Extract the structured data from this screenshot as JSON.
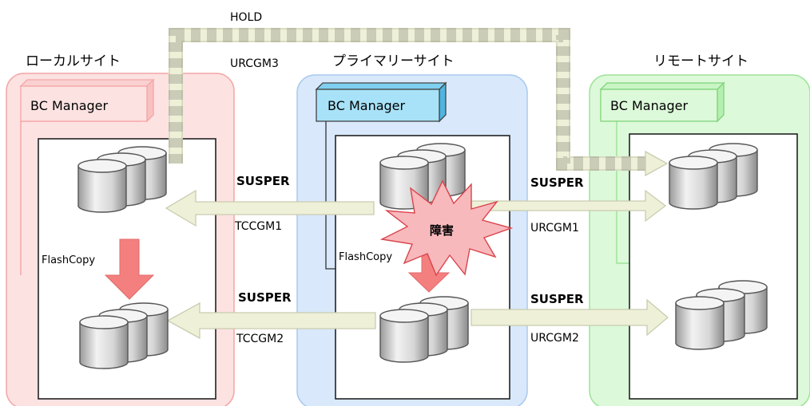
{
  "sites": {
    "local": {
      "title": "ローカルサイト",
      "manager": "BC Manager",
      "fill": "#fde2e2",
      "stroke": "#f4a6a6"
    },
    "primary": {
      "title": "プライマリーサイト",
      "manager": "BC Manager",
      "fill": "#d9e9fb",
      "stroke": "#a9c9ee"
    },
    "remote": {
      "title": "リモートサイト",
      "manager": "BC Manager",
      "fill": "#dcf9d9",
      "stroke": "#9fe39a"
    }
  },
  "hold": {
    "status": "HOLD",
    "group": "URCGM3"
  },
  "links": {
    "tc1": {
      "status": "SUSPER",
      "group": "TCCGM1"
    },
    "tc2": {
      "status": "SUSPER",
      "group": "TCCGM2"
    },
    "ur1": {
      "status": "SUSPER",
      "group": "URCGM1"
    },
    "ur2": {
      "status": "SUSPER",
      "group": "URCGM2"
    }
  },
  "flashcopy": {
    "local": "FlashCopy",
    "primary": "FlashCopy"
  },
  "failure": {
    "label": "障害",
    "color": "#f8b9bd"
  },
  "colors": {
    "arrow": "#eef0d8",
    "arrow_stroke": "#d9dcc0",
    "flashcopy": "#f47f7f"
  }
}
